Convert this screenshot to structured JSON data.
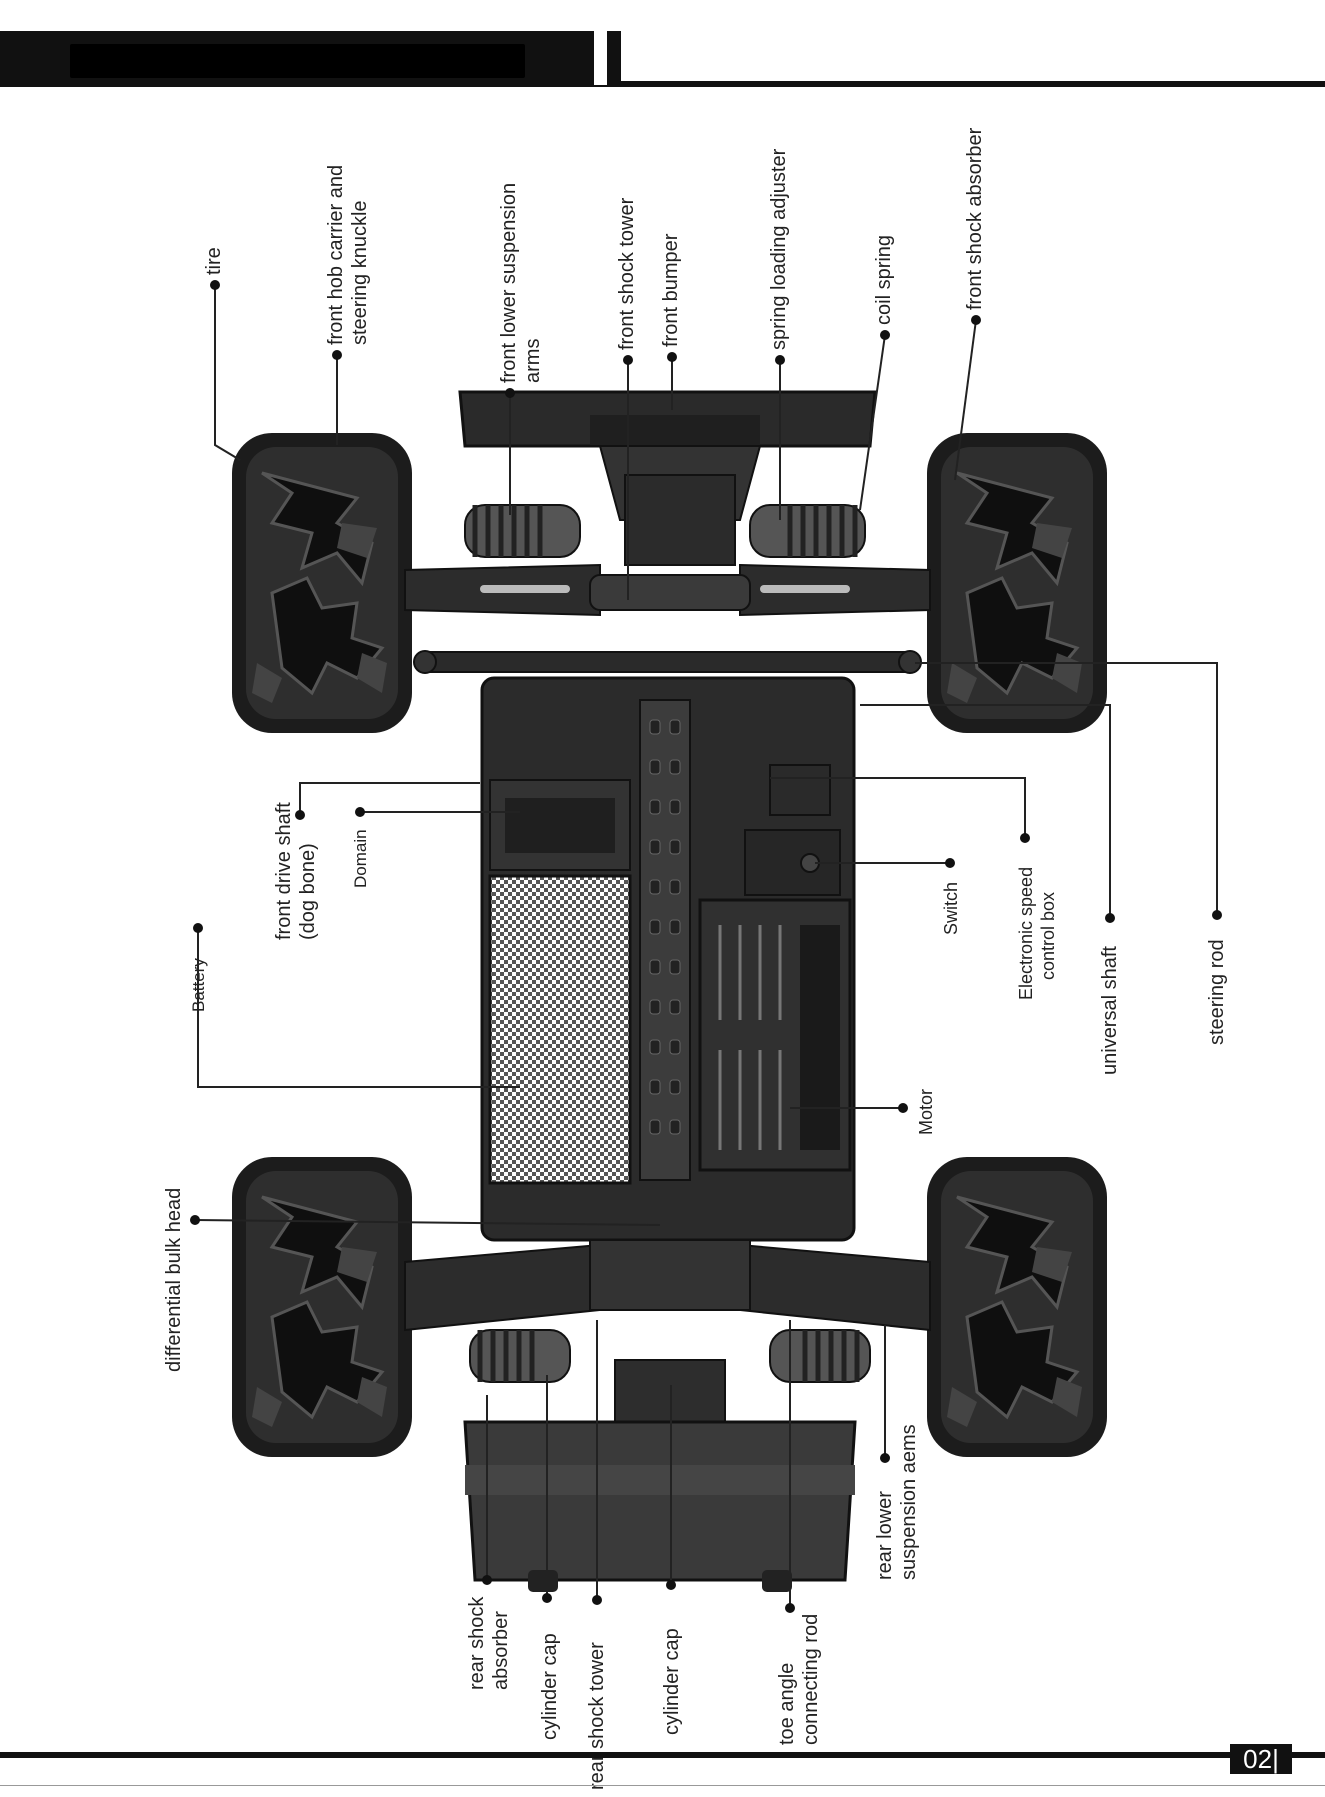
{
  "header": {
    "title_redacted": ""
  },
  "page_number": "02|",
  "labels": {
    "tire": "tire",
    "front_hob_1": "front hob carrier and",
    "front_hob_2": "steering knuckle",
    "front_lower_1": "front lower suspension",
    "front_lower_2": "arms",
    "front_shock_tower": "front shock tower",
    "front_bumper": "front bumper",
    "spring_loading": "spring loading adjuster",
    "coil_spring": "coil spring",
    "front_shock_absorber": "front shock absorber",
    "front_drive_1": "front drive shaft",
    "front_drive_2": "(dog bone)",
    "domain": "Domain",
    "battery": "Battery",
    "switch": "Switch",
    "esc_1": "Electronic speed",
    "esc_2": "control box",
    "universal_shaft": "universal shaft",
    "steering_rod": "steering rod",
    "motor": "Motor",
    "differential": "differential bulk head",
    "rear_shock_1": "rear shock",
    "rear_shock_2": "absorber",
    "cylinder_cap_1": "cylinder cap",
    "rear_shock_tower": "rear shock tower",
    "cylinder_cap_2": "cylinder cap",
    "toe_1": "toe angle",
    "toe_2": "connecting rod",
    "rear_lower_1": "rear lower",
    "rear_lower_2": "suspension aems"
  }
}
